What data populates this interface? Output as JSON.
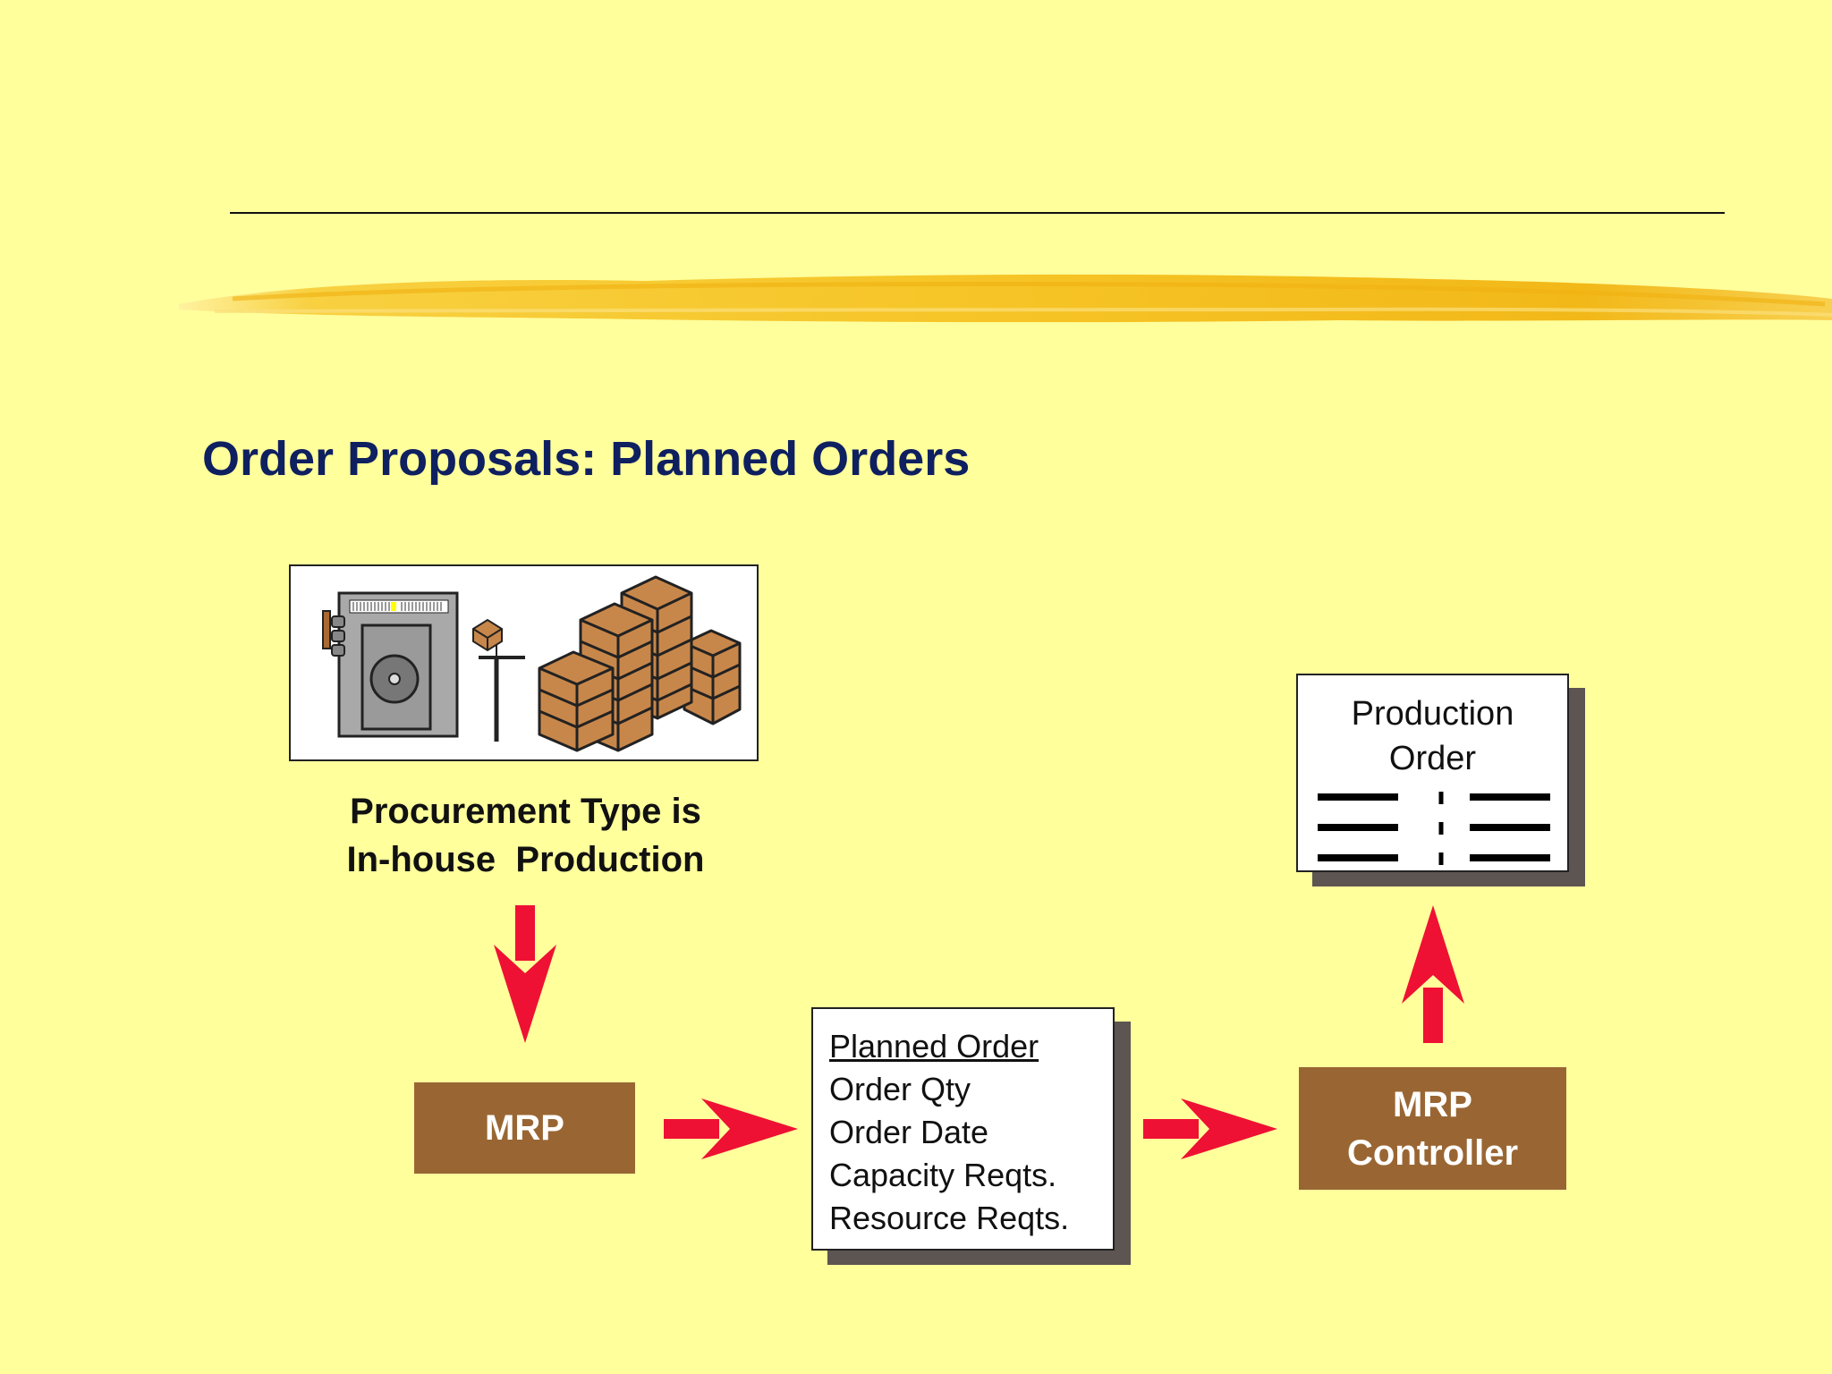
{
  "slide": {
    "title": "Order Proposals: Planned Orders",
    "accent_colors": {
      "background": "#FFFF9C",
      "title": "#0F2060",
      "brown_box": "#996633",
      "arrow": "#EE1133",
      "doc_shadow": "#5C5552"
    }
  },
  "diagram": {
    "procurement_label": {
      "line1": "Procurement Type is",
      "line2": "In-house  Production"
    },
    "mrp_box": {
      "label": "MRP"
    },
    "planned_order": {
      "title": "Planned Order",
      "items": [
        "Order Qty",
        "Order Date",
        "Capacity Reqts.",
        "Resource Reqts."
      ]
    },
    "controller_box": {
      "line1": "MRP",
      "line2": "Controller"
    },
    "production_order": {
      "line1": "Production",
      "line2": "Order"
    },
    "icons": [
      "factory-icon",
      "hoist-icon",
      "stacked-boxes-icon",
      "down-arrow-icon",
      "right-arrow-icon",
      "up-arrow-icon"
    ]
  }
}
